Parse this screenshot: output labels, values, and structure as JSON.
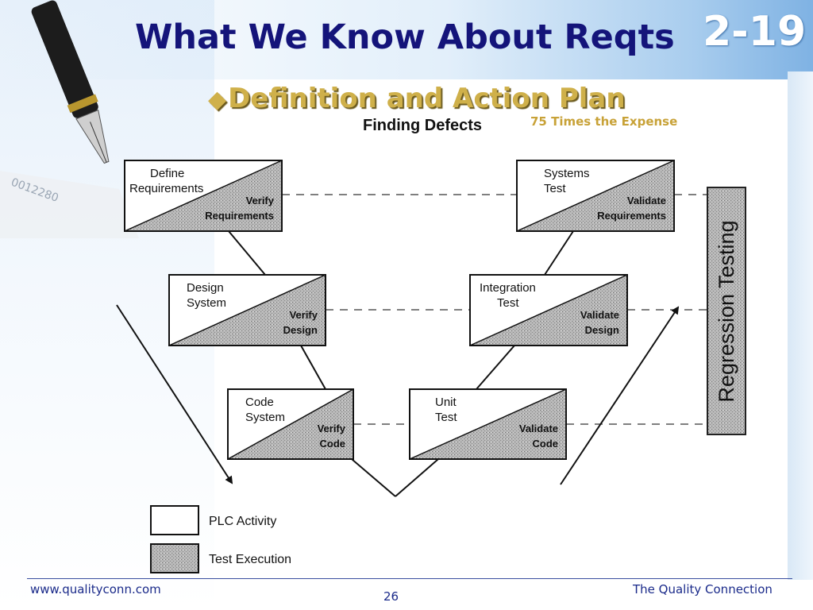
{
  "slide": {
    "title": "What We Know About Reqts",
    "number": "2-19",
    "bullet_symbol": "◆",
    "bullet_text": "Definition and Action Plan",
    "expense_note": "75 Times the Expense"
  },
  "diagram": {
    "heading": "Finding Defects",
    "side_label": "Regression Testing",
    "blocks": [
      {
        "activity": [
          "Define",
          "Requirements"
        ],
        "test": [
          "Verify",
          "Requirements"
        ]
      },
      {
        "activity": [
          "Design",
          "System"
        ],
        "test": [
          "Verify",
          "Design"
        ]
      },
      {
        "activity": [
          "Code",
          "System"
        ],
        "test": [
          "Verify",
          "Code"
        ]
      },
      {
        "activity": [
          "Unit",
          "Test"
        ],
        "test": [
          "Validate",
          "Code"
        ]
      },
      {
        "activity": [
          "Integration",
          "Test"
        ],
        "test": [
          "Validate",
          "Design"
        ]
      },
      {
        "activity": [
          "Systems",
          "Test"
        ],
        "test": [
          "Validate",
          "Requirements"
        ]
      }
    ],
    "legend": [
      {
        "label": "PLC Activity",
        "style": "plain"
      },
      {
        "label": "Test Execution",
        "style": "shaded"
      }
    ]
  },
  "footer": {
    "website": "www.qualityconn.com",
    "page": "26",
    "company": "The Quality Connection"
  },
  "colors": {
    "title": "#14147a",
    "bullet": "#cfb04a",
    "footer_text": "#1a2a8a",
    "shade": "#b8b8b8"
  }
}
